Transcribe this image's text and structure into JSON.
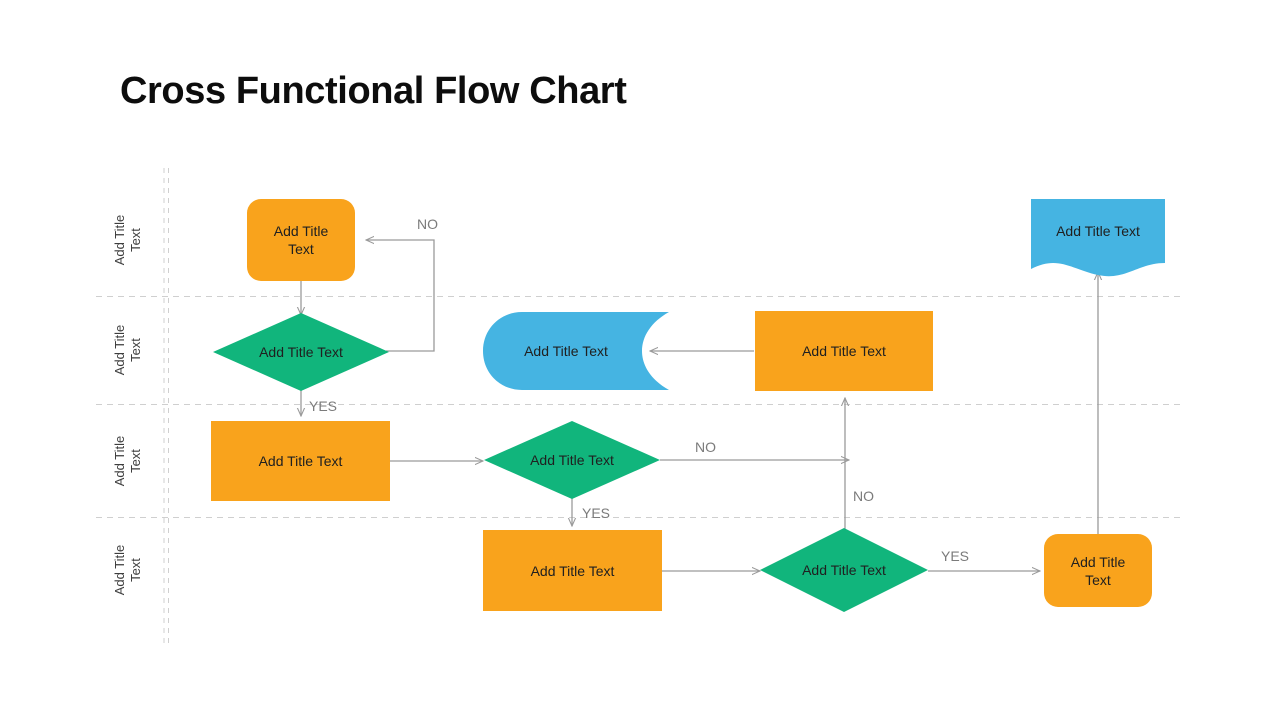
{
  "page": {
    "title": "Cross Functional Flow Chart",
    "background": "#FFFFFF"
  },
  "palette": {
    "orange": "#F9A31C",
    "green": "#11B57C",
    "blue": "#45B4E2",
    "connector": "#9a9a9a",
    "lane_line": "#cfcfcf",
    "title_color": "#0D0D0D",
    "label_color": "#7B7B7B",
    "node_text_color": "#202020"
  },
  "lanes": [
    {
      "id": "lane-1",
      "label": "Add Title\nText"
    },
    {
      "id": "lane-2",
      "label": "Add Title\nText"
    },
    {
      "id": "lane-3",
      "label": "Add Title\nText"
    },
    {
      "id": "lane-4",
      "label": "Add Title\nText"
    }
  ],
  "nodes": [
    {
      "id": "n1",
      "lane": 1,
      "shape": "rounded-rect",
      "color": "#F9A31C",
      "text": "Add Title\nText"
    },
    {
      "id": "n2",
      "lane": 2,
      "shape": "diamond",
      "color": "#11B57C",
      "text": "Add Title Text"
    },
    {
      "id": "n3",
      "lane": 2,
      "shape": "tape",
      "color": "#45B4E2",
      "text": "Add Title Text"
    },
    {
      "id": "n4",
      "lane": 2,
      "shape": "rect",
      "color": "#F9A31C",
      "text": "Add Title Text"
    },
    {
      "id": "n5",
      "lane": 1,
      "shape": "document",
      "color": "#45B4E2",
      "text": "Add Title Text"
    },
    {
      "id": "n6",
      "lane": 3,
      "shape": "rect",
      "color": "#F9A31C",
      "text": "Add Title Text"
    },
    {
      "id": "n7",
      "lane": 3,
      "shape": "diamond",
      "color": "#11B57C",
      "text": "Add Title Text"
    },
    {
      "id": "n8",
      "lane": 4,
      "shape": "rect",
      "color": "#F9A31C",
      "text": "Add Title Text"
    },
    {
      "id": "n9",
      "lane": 4,
      "shape": "diamond",
      "color": "#11B57C",
      "text": "Add Title Text"
    },
    {
      "id": "n10",
      "lane": 4,
      "shape": "rounded-rect",
      "color": "#F9A31C",
      "text": "Add Title\nText"
    }
  ],
  "edge_labels": {
    "loop_no": "NO",
    "yes_lane2_to_lane3": "YES",
    "no_lane3_right": "NO",
    "yes_lane3_to_lane4": "YES",
    "no_vertical_up": "NO",
    "yes_lane4_right": "YES"
  },
  "chart_data": {
    "type": "diagram",
    "title": "Cross Functional Flow Chart",
    "lane_count": 4,
    "node_count": 10,
    "edges": [
      {
        "from": "n1",
        "to": "n2",
        "label": ""
      },
      {
        "from": "n2",
        "to": "n1",
        "label": "NO"
      },
      {
        "from": "n2",
        "to": "n6",
        "label": "YES"
      },
      {
        "from": "n6",
        "to": "n7",
        "label": ""
      },
      {
        "from": "n7",
        "to": "n4",
        "label": "NO"
      },
      {
        "from": "n7",
        "to": "n8",
        "label": "YES"
      },
      {
        "from": "n8",
        "to": "n9",
        "label": ""
      },
      {
        "from": "n9",
        "to": "n4",
        "label": "NO"
      },
      {
        "from": "n9",
        "to": "n10",
        "label": "YES"
      },
      {
        "from": "n4",
        "to": "n3",
        "label": ""
      },
      {
        "from": "n10",
        "to": "n5",
        "label": ""
      }
    ]
  }
}
